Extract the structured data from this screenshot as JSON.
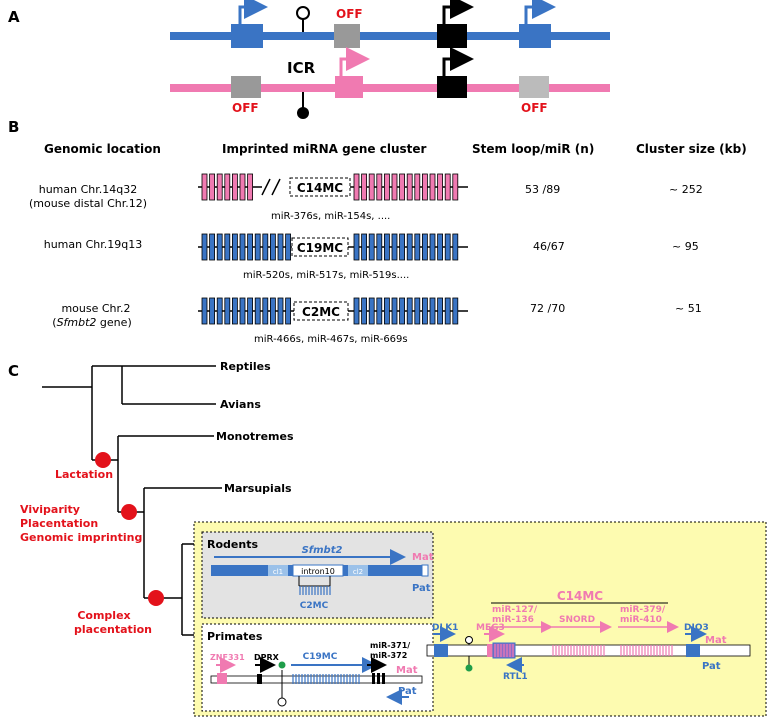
{
  "panel_a": {
    "label": "A",
    "off_top": "OFF",
    "icr": "ICR",
    "off_left": "OFF",
    "off_right": "OFF"
  },
  "panel_b": {
    "label": "B",
    "headers": [
      "Genomic location",
      "Imprinted miRNA gene cluster",
      "Stem loop/miR (n)",
      "Cluster size (kb)"
    ],
    "rows": [
      {
        "location": "human Chr.14q32",
        "location2": "(mouse distal Chr.12)",
        "cluster": "C14MC",
        "mirs": "miR-376s, miR-154s, ....",
        "stemloop": "53 /89",
        "size": "~ 252"
      },
      {
        "location": "human Chr.19q13",
        "location2": "",
        "cluster": "C19MC",
        "mirs": "miR-520s, miR-517s, miR-519s....",
        "stemloop": "46/67",
        "size": "~ 95"
      },
      {
        "location": "mouse Chr.2",
        "location2": "Sfmbt2",
        "location2_suffix": " gene",
        "cluster": "C2MC",
        "mirs": "miR-466s, miR-467s, miR-669s",
        "stemloop": "72 /70",
        "size": "~ 51"
      }
    ]
  },
  "panel_c": {
    "label": "C",
    "taxa": [
      "Reptiles",
      "Avians",
      "Monotremes",
      "Marsupials",
      "Rodents",
      "Primates"
    ],
    "events": [
      "Lactation",
      "Viviparity",
      "Placentation",
      "Genomic imprinting",
      "Complex",
      "placentation"
    ],
    "rodents": {
      "gene": "Sfmbt2",
      "intron": "intron10",
      "cluster": "C2MC",
      "mat": "Mat",
      "pat": "Pat",
      "cl1": "cl1",
      "cl2": "cl2"
    },
    "primates": {
      "znf": "ZNF331",
      "dprx": "DPRX",
      "cluster": "C19MC",
      "mir1": "miR-371/",
      "mir2": "miR-372",
      "mat": "Mat",
      "pat": "Pat"
    },
    "c14": {
      "title": "C14MC",
      "dlk1": "DLK1",
      "meg3": "MEG3",
      "mir127a": "miR-127/",
      "mir127b": "miR-136",
      "snord": "SNORD",
      "mir379a": "miR-379/",
      "mir379b": "miR-410",
      "dio3": "DIO3",
      "rtl1": "RTL1",
      "mat": "Mat",
      "pat": "Pat"
    }
  },
  "colors": {
    "blue": "#3a74c4",
    "pink": "#f07ab1",
    "red": "#e3121b",
    "yellow": "#fdfbb0",
    "gray": "#e3e3e3"
  }
}
